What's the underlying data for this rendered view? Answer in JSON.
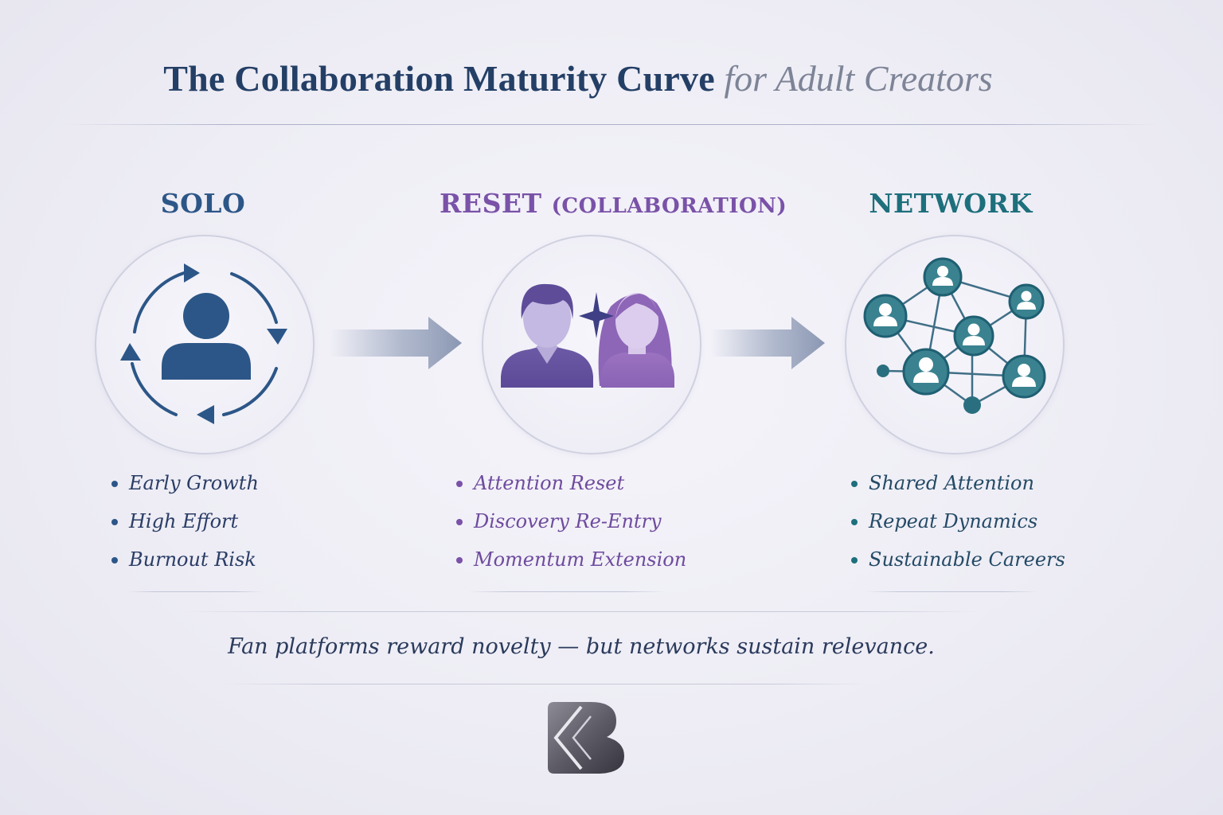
{
  "title": {
    "main": "The Collaboration Maturity Curve",
    "sub": "for Adult Creators"
  },
  "stages": [
    {
      "heading": "SOLO",
      "color": "#2c5687",
      "icon": "person-cycle-icon",
      "bullets": [
        "Early Growth",
        "High Effort",
        "Burnout Risk"
      ]
    },
    {
      "heading": "RESET",
      "heading_paren": "(COLLABORATION)",
      "color": "#7a52a8",
      "icon": "two-people-spark-icon",
      "bullets": [
        "Attention Reset",
        "Discovery Re-Entry",
        "Momentum Extension"
      ]
    },
    {
      "heading": "NETWORK",
      "color": "#1d6f7c",
      "icon": "people-network-icon",
      "bullets": [
        "Shared Attention",
        "Repeat Dynamics",
        "Sustainable Careers"
      ]
    }
  ],
  "tagline": "Fan platforms reward novelty — but networks sustain relevance.",
  "logo": {
    "icon": "kb-logo-icon",
    "text": "KB"
  }
}
